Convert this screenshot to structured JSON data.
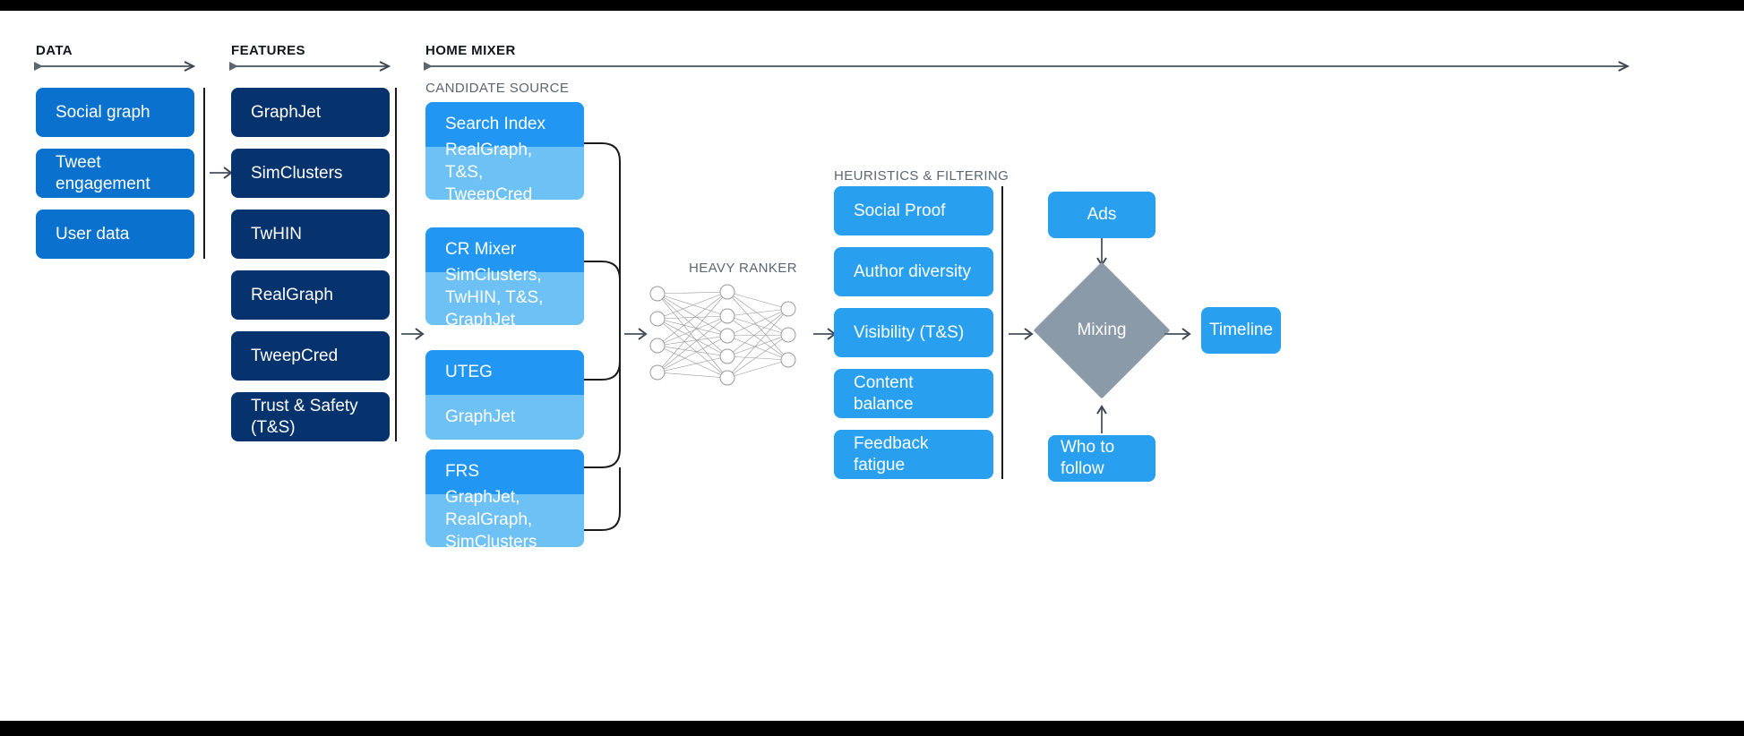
{
  "sections": {
    "data": {
      "title": "DATA"
    },
    "features": {
      "title": "FEATURES"
    },
    "home_mixer": {
      "title": "HOME MIXER"
    },
    "candidate_source": {
      "title": "CANDIDATE SOURCE"
    },
    "heavy_ranker": {
      "title": "HEAVY RANKER"
    },
    "heuristics": {
      "title": "HEURISTICS & FILTERING"
    }
  },
  "data_boxes": [
    {
      "label": "Social graph"
    },
    {
      "label": "Tweet engagement"
    },
    {
      "label": "User data"
    }
  ],
  "feature_boxes": [
    {
      "label": "GraphJet"
    },
    {
      "label": "SimClusters"
    },
    {
      "label": "TwHIN"
    },
    {
      "label": "RealGraph"
    },
    {
      "label": "TweepCred"
    },
    {
      "label": "Trust & Safety (T&S)"
    }
  ],
  "candidate_sources": [
    {
      "name": "Search Index",
      "features": "RealGraph, T&S, TweepCred"
    },
    {
      "name": "CR Mixer",
      "features": "SimClusters, TwHIN, T&S, GraphJet"
    },
    {
      "name": "UTEG",
      "features": "GraphJet"
    },
    {
      "name": "FRS",
      "features": "GraphJet, RealGraph, SimClusters"
    }
  ],
  "heuristic_boxes": [
    {
      "label": "Social Proof"
    },
    {
      "label": "Author diversity"
    },
    {
      "label": "Visibility (T&S)"
    },
    {
      "label": "Content balance"
    },
    {
      "label": "Feedback fatigue"
    }
  ],
  "output": {
    "ads": "Ads",
    "mixing": "Mixing",
    "who_to_follow": "Who to follow",
    "timeline": "Timeline"
  },
  "neural_network": {
    "input_nodes": 4,
    "hidden_nodes": 5,
    "output_nodes": 3
  },
  "colors": {
    "data_blue": "#0a72ce",
    "feature_navy": "#06326e",
    "bright_blue": "#28a0ef",
    "candidate_head": "#2196f3",
    "candidate_body": "#6ec1f5",
    "diamond_gray": "#8b9aa8",
    "arrow_gray": "#5b6670",
    "rule_black": "#1b1b1b",
    "header_text": "#14171a",
    "sub_text": "#5b6670"
  }
}
